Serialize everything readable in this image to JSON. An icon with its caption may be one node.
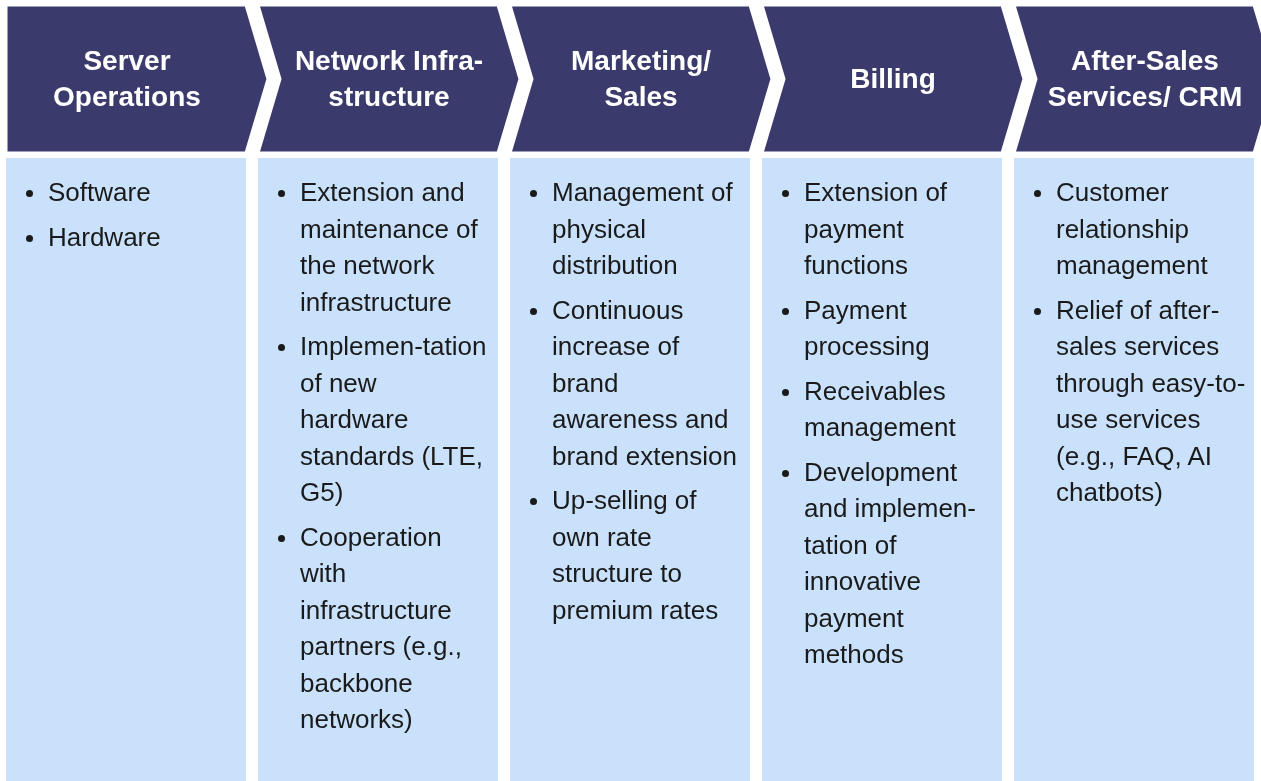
{
  "diagram": {
    "nodes": [
      {
        "text": [
          "Server Operations"
        ]
      },
      {
        "text": [
          "Network Infra-structure"
        ]
      },
      {
        "text": [
          "Marketing/ Sales"
        ]
      },
      {
        "text": [
          "Billing"
        ]
      },
      {
        "text": [
          "After-Sales Services/ CRM"
        ]
      },
      {
        "text": [
          "Software",
          "Hardware"
        ]
      },
      {
        "text": [
          "Extension and maintenance of the network infrastructure",
          "Implemen-tation of new hardware standards (LTE, G5)",
          "Cooperation with infrastructure partners (e.g., backbone networks)"
        ]
      },
      {
        "text": [
          "Management of physical distribution",
          "Continuous increase of brand awareness and brand extension",
          "Up-selling of own rate structure to premium rates"
        ]
      },
      {
        "text": [
          "Extension of payment functions",
          "Payment processing",
          "Receivables management",
          "Development and implemen-tation of innovative payment methods"
        ]
      },
      {
        "text": [
          "Customer relationship management",
          "Relief of after-sales services through easy-to-use services (e.g., FAQ, AI chatbots)"
        ]
      }
    ]
  }
}
